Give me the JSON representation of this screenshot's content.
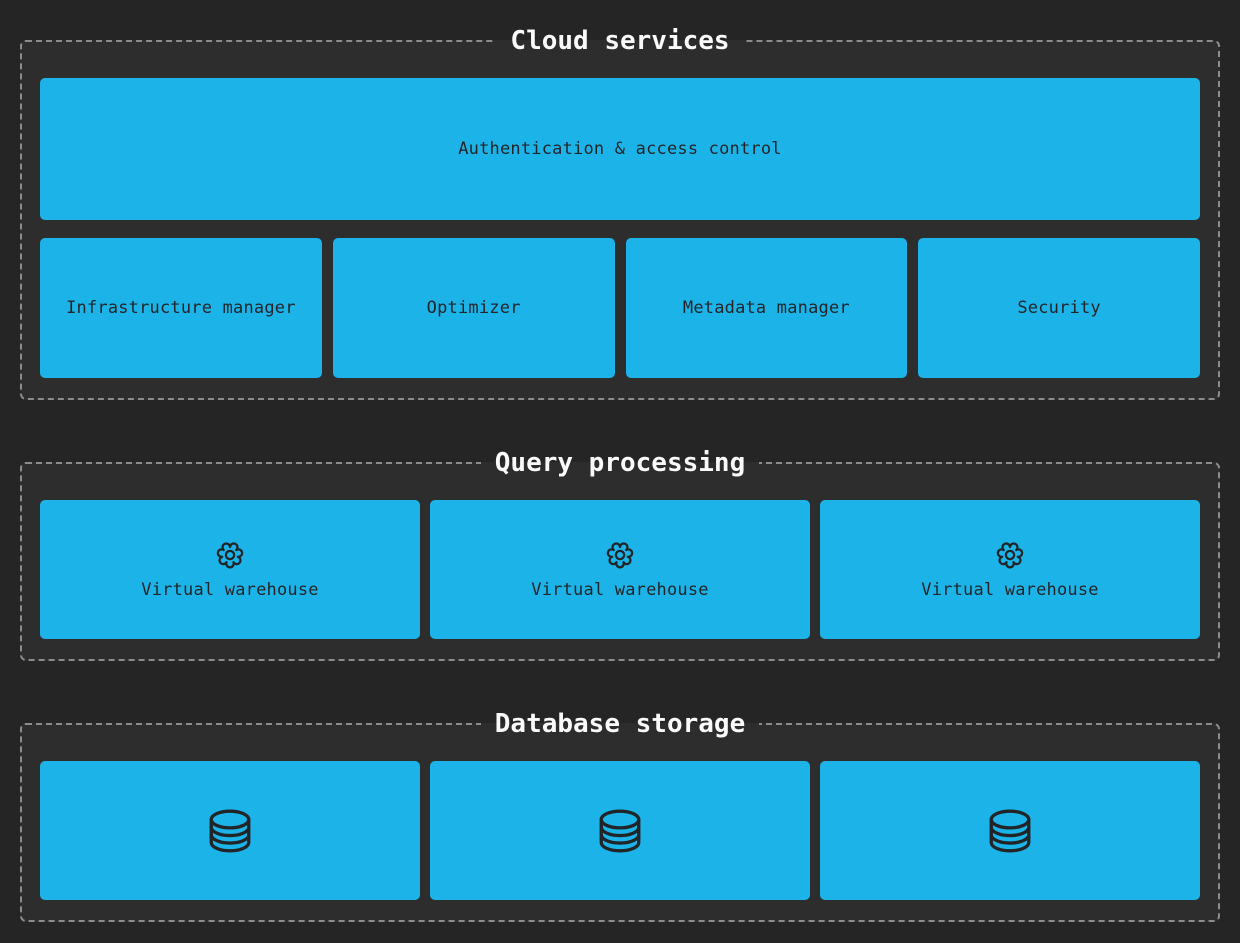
{
  "colors": {
    "page_bg": "#252525",
    "section_bg": "#2d2d2d",
    "section_border": "#8c8c8c",
    "accent": "#1cb4e8",
    "title_text": "#fafafa",
    "box_text": "#222528"
  },
  "sections": [
    {
      "title": "Cloud services",
      "boxes": [
        {
          "label": "Authentication & access control"
        },
        {
          "label": "Infrastructure manager"
        },
        {
          "label": "Optimizer"
        },
        {
          "label": "Metadata manager"
        },
        {
          "label": "Security"
        }
      ]
    },
    {
      "title": "Query processing",
      "boxes": [
        {
          "icon": "gear-icon",
          "label": "Virtual warehouse"
        },
        {
          "icon": "gear-icon",
          "label": "Virtual warehouse"
        },
        {
          "icon": "gear-icon",
          "label": "Virtual warehouse"
        }
      ]
    },
    {
      "title": "Database storage",
      "boxes": [
        {
          "icon": "database-icon"
        },
        {
          "icon": "database-icon"
        },
        {
          "icon": "database-icon"
        }
      ]
    }
  ]
}
